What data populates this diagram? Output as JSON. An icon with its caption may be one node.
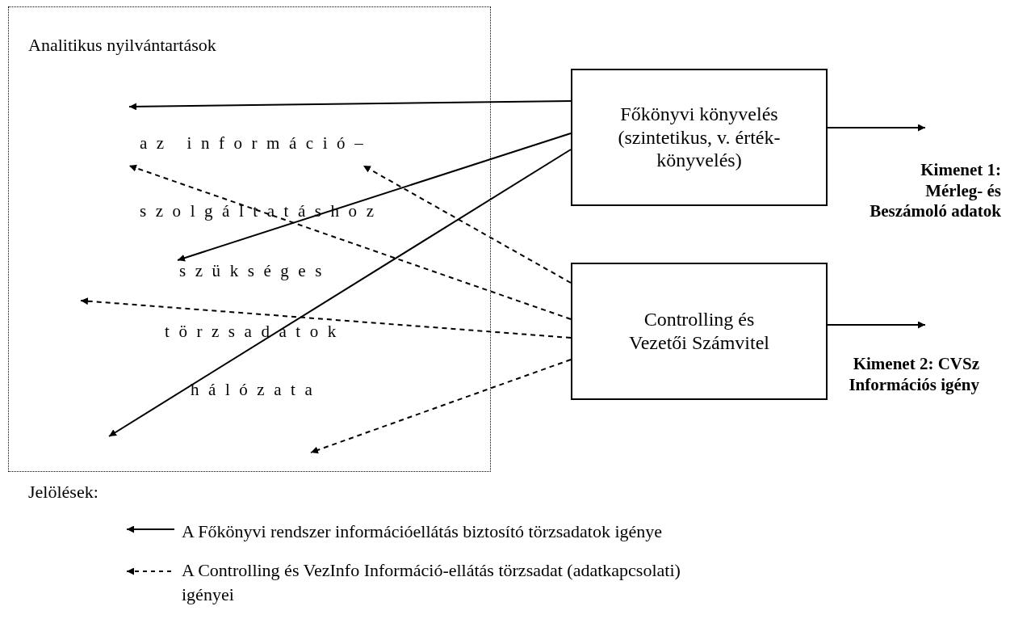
{
  "diagram": {
    "nodes": [
      {
        "text": [
          "Analitikus nyilvántartások"
        ]
      },
      {
        "text": [
          "Főkönyvi könyvelés (szintetikus, v. érték- könyvelés)"
        ]
      },
      {
        "text": [
          "Controlling és Vezetői Számvitel"
        ]
      }
    ],
    "edges": [
      {
        "from": 1,
        "to": 0,
        "arrow": "to"
      },
      {
        "from": 1,
        "to": 0,
        "arrow": "to"
      },
      {
        "from": 1,
        "to": 0,
        "arrow": "to"
      },
      {
        "from": 2,
        "to": 0,
        "arrow": "to",
        "style": "dashed"
      },
      {
        "from": 2,
        "to": 0,
        "arrow": "to",
        "style": "dashed"
      },
      {
        "from": 2,
        "to": 0,
        "arrow": "to",
        "style": "dashed"
      },
      {
        "from": 2,
        "to": 0,
        "arrow": "to",
        "style": "dashed"
      },
      {
        "from": 1,
        "to": null,
        "arrow": "to"
      },
      {
        "from": 2,
        "to": null,
        "arrow": "to"
      }
    ],
    "labels": [
      "az információ–",
      "szolgáltatáshoz",
      "szükséges",
      "törzsadatok",
      "hálózata",
      "Kimenet 1: Mérleg- és Beszámoló adatok",
      "Kimenet 2: CVSz Információs igény",
      "Jelölések:"
    ],
    "legend": [
      {
        "text": "A Főkönyvi rendszer információellátás biztosító törzsadatok igénye"
      },
      {
        "text": "A Controlling és VezInfo Információ-ellátás törzsadat (adatkapcsolati) igényei"
      }
    ]
  }
}
